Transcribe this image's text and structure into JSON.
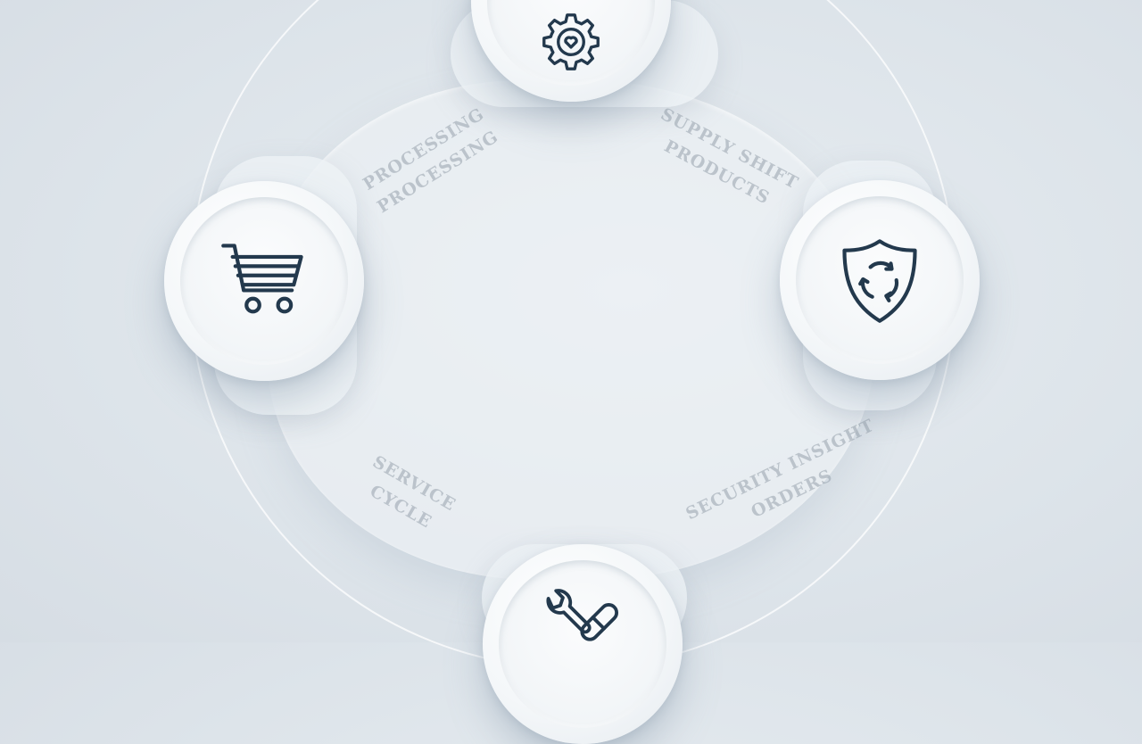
{
  "colors": {
    "background": "#dde4ea",
    "icon_stroke": "#23394d",
    "label_text": "#9aa4b0"
  },
  "nodes": [
    {
      "name": "top",
      "icon": "gear-heart-icon"
    },
    {
      "name": "right",
      "icon": "shield-recycle-icon"
    },
    {
      "name": "bottom",
      "icon": "wrench-pill-icon"
    },
    {
      "name": "left",
      "icon": "shopping-cart-icon"
    }
  ],
  "labels": {
    "top_left": [
      "PROCESSING",
      "PROCESSING"
    ],
    "top_right": [
      "SUPPLY SHIFT",
      "PRODUCTS"
    ],
    "bottom_left": [
      "SERVICE",
      "CYCLE"
    ],
    "bottom_right": [
      "SECURITY INSIGHT",
      "ORDERS"
    ]
  }
}
